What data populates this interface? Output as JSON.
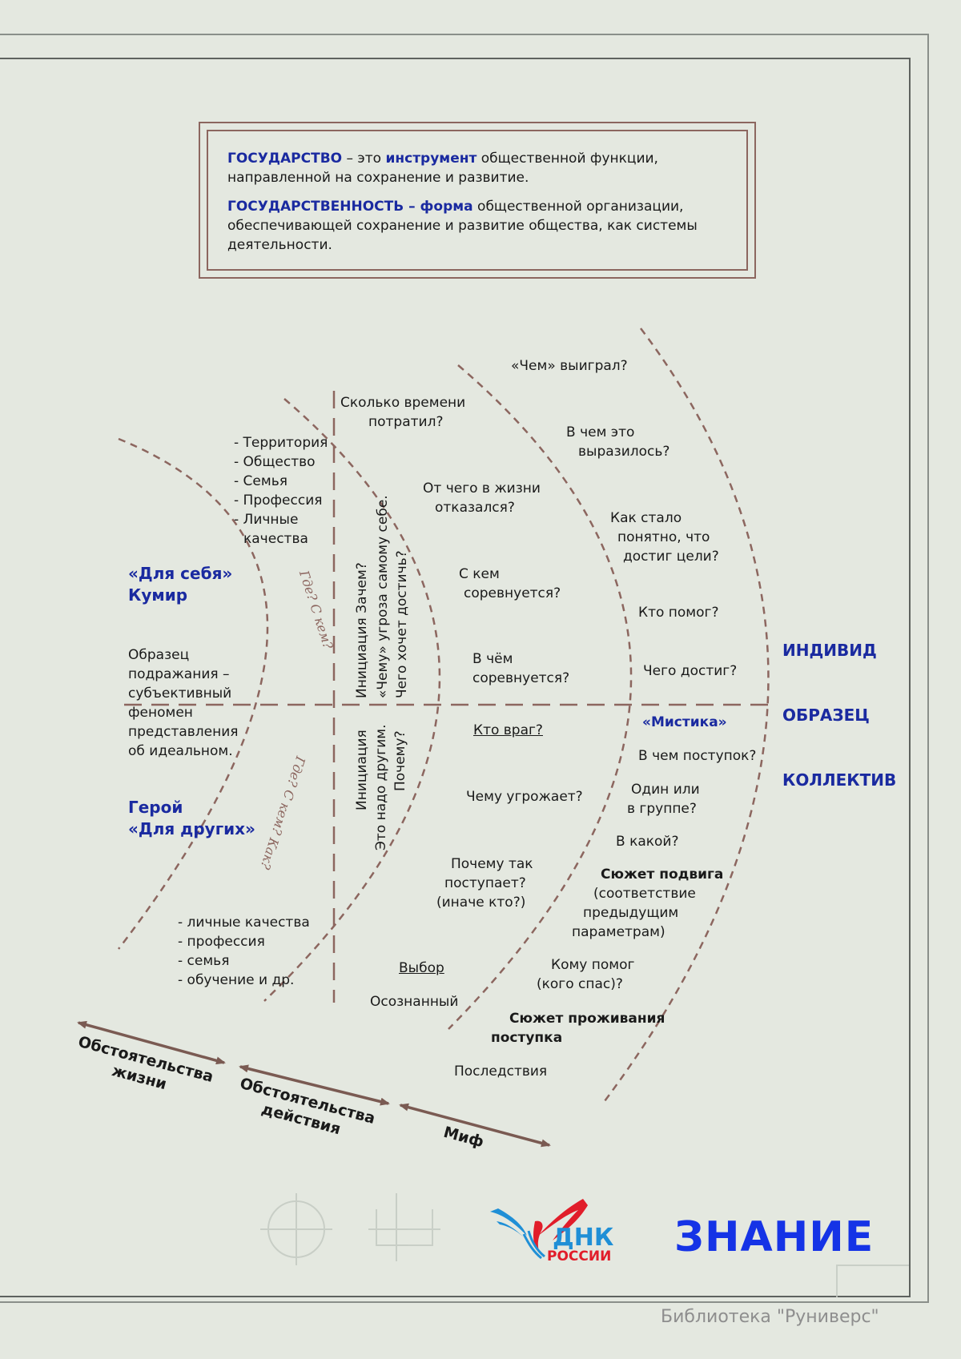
{
  "definitions": {
    "line1_term": "ГОСУДАРСТВО",
    "line1_mid": " – это ",
    "line1_key": "инструмент",
    "line1_rest": " общественной функции,",
    "line2": "направленной на сохранение и развитие.",
    "line3_term": "ГОСУДАРСТВЕННОСТЬ – ",
    "line3_key": "форма",
    "line3_rest": " общественной организации,",
    "line4": "обеспечивающей сохранение и развитие общества, как системы",
    "line5": "деятельности."
  },
  "left_column": {
    "self_title": "«Для себя»",
    "idol": "Кумир",
    "sample_lines": [
      "Образец",
      "подражания –",
      "субъективный",
      "феномен",
      "представления",
      "об идеальном."
    ],
    "hero": "Герой",
    "others_title": "«Для других»"
  },
  "upper_list": [
    "- Территория",
    "- Общество",
    "- Семья",
    "- Профессия",
    "- Личные",
    "качества"
  ],
  "lower_list": [
    "- личные качества",
    "- профессия",
    "- семья",
    "- обучение и др."
  ],
  "handwritten": {
    "upper": "Где? С кем?",
    "lower": "Где? С кем? Как?"
  },
  "initiation": {
    "upper_lines": [
      "Инициация Зачем?",
      "«Чему» угроза самому себе.",
      "Чего хочет достичь?"
    ],
    "lower_lines": [
      "Инициация",
      "Это надо другим.",
      "Почему?"
    ]
  },
  "questions_mid": {
    "time_1": "Сколько времени",
    "time_2": "потратил?",
    "refused_1": "От чего в жизни",
    "refused_2": "отказался?",
    "compete_1": "С кем",
    "compete_2": "соревнуется?",
    "in_what_1": "В чём",
    "in_what_2": "соревнуется?",
    "enemy": "Кто враг?",
    "threat": "Чему угрожает?",
    "why_1": "Почему так",
    "why_2": "поступает?",
    "why_3": "(иначе кто?)",
    "choice": "Выбор",
    "conscious": "Осознанный"
  },
  "questions_right": {
    "won": "«Чем» выиграл?",
    "expressed_1": "В чем это",
    "expressed_2": "выразилось?",
    "clear_1": "Как стало",
    "clear_2": "понятно, что",
    "clear_3": "достиг цели?",
    "helped": "Кто помог?",
    "achieved": "Чего достиг?",
    "mystic": "«Мистика»",
    "deed": "В чем поступок?",
    "alone_1": "Один или",
    "alone_2": "в группе?",
    "which": "В какой?",
    "feat_plot": "Сюжет подвига",
    "feat_1": "(соответствие",
    "feat_2": "предыдущим",
    "feat_3": "параметрам)",
    "whom_1": "Кому помог",
    "whom_2": "(кого спас)?",
    "living_plot_1": "Сюжет проживания",
    "living_plot_2": "поступка",
    "consequences": "Последствия"
  },
  "right_labels": {
    "individual": "ИНДИВИД",
    "sample": "ОБРАЗЕЦ",
    "collective": "КОЛЛЕКТИВ"
  },
  "axis_labels": {
    "life_1": "Обстоятельства",
    "life_2": "жизни",
    "action_1": "Обстоятельства",
    "action_2": "действия",
    "myth": "Миф"
  },
  "footer": {
    "dnk_top": "ДНК",
    "dnk_bottom": "РОССИИ",
    "znanie": "ЗНАНИЕ",
    "library": "Библиотека \"Руниверс\""
  },
  "colors": {
    "line_brown": "#8c665f",
    "blue_text": "#1a2aa0",
    "znanie_blue": "#1533e6",
    "dnk_red": "#e11d2a",
    "dnk_blue": "#1f8fd6",
    "background": "#e4e8e0"
  }
}
